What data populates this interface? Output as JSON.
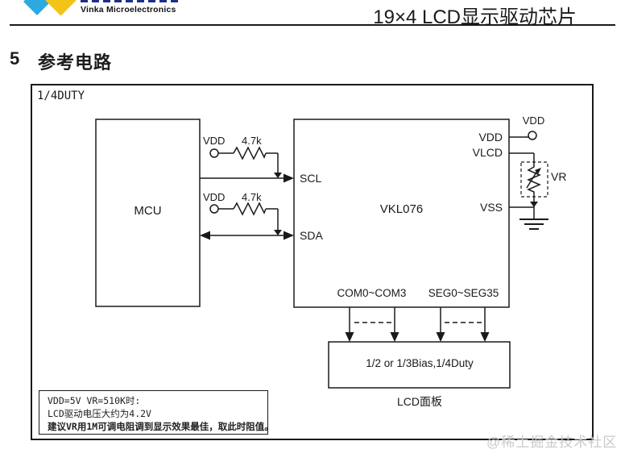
{
  "header": {
    "logo_text": "Vinka Microelectronics",
    "title": "19×4 LCD显示驱动芯片"
  },
  "section": {
    "number": "5",
    "title": "参考电路"
  },
  "diagram": {
    "duty_label": "1/4DUTY",
    "mcu_label": "MCU",
    "chip_label": "VKL076",
    "pins": {
      "scl": "SCL",
      "sda": "SDA",
      "vdd": "VDD",
      "vlcd": "VLCD",
      "vss": "VSS",
      "com": "COM0~COM3",
      "seg": "SEG0~SEG35"
    },
    "pullup1": {
      "vdd": "VDD",
      "value": "4.7k"
    },
    "pullup2": {
      "vdd": "VDD",
      "value": "4.7k"
    },
    "ext_vdd": "VDD",
    "vr_label": "VR",
    "lcd_box_label": "1/2 or 1/3Bias,1/4Duty",
    "lcd_panel_label": "LCD面板",
    "note_lines": [
      "VDD=5V VR=510K时:",
      "LCD驱动电压大约为4.2V",
      "建议VR用1M可调电阻调到显示效果最佳，取此时阻值。"
    ]
  },
  "watermark": "@稀土掘金技术社区",
  "colors": {
    "logo_blue": "#2BA9E0",
    "logo_yellow": "#F3C317",
    "line": "#1a1a1a",
    "watermark_gray": "#c9c9c9"
  }
}
